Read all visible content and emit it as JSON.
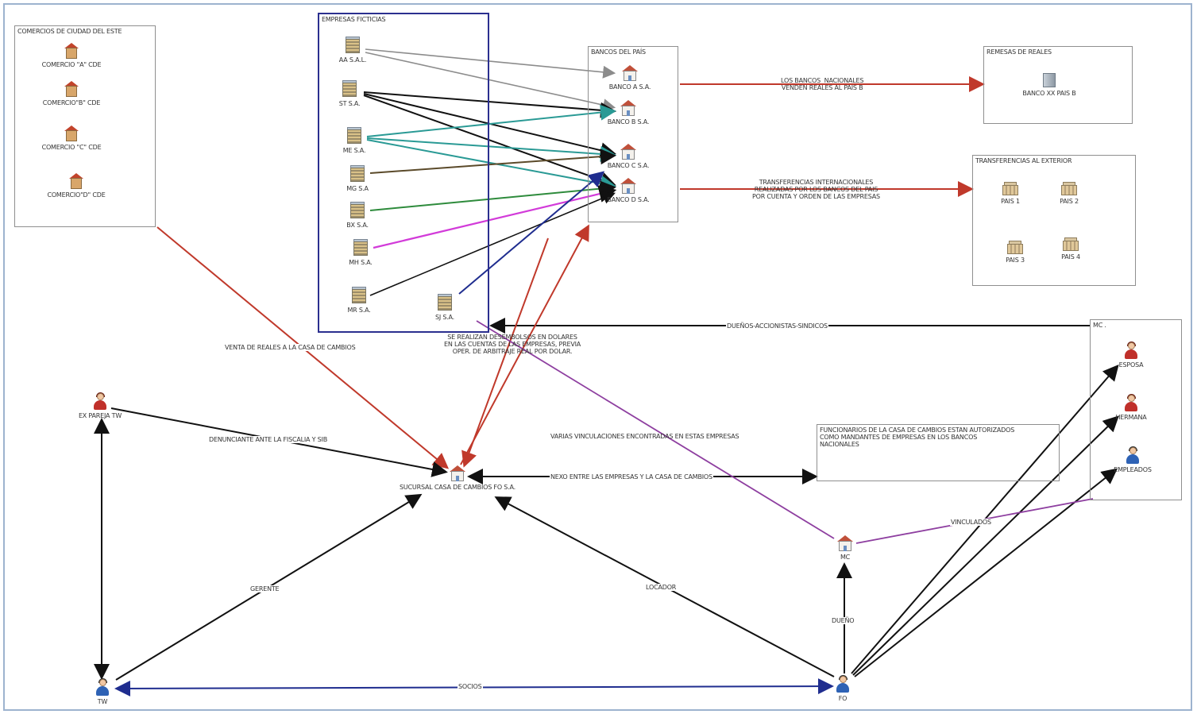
{
  "boxes": {
    "comercios": "COMERCIOS DE CIUDAD DEL ESTE",
    "empresas": "EMPRESAS FICTICIAS",
    "bancos": "BANCOS DEL PAÍS",
    "remesas": "REMESAS DE REALES",
    "transferencias": "TRANSFERENCIAS AL EXTERIOR",
    "mc": "MC .",
    "funcionarios": "FUNCIONARIOS DE LA CASA DE CAMBIOS ESTAN AUTORIZADOS\nCOMO MANDANTES DE EMPRESAS EN LOS BANCOS\nNACIONALES"
  },
  "comercios": [
    "COMERCIO \"A\" CDE",
    "COMERCIO\"B\" CDE",
    "COMERCIO \"C\" CDE",
    "COMERCIO\"D\" CDE"
  ],
  "empresas": [
    "AA S.A.L.",
    "ST S.A.",
    "ME S.A.",
    "MG S.A",
    "BX S.A.",
    "MH S.A.",
    "MR S.A.",
    "SJ S.A."
  ],
  "bancos": [
    "BANCO A S.A.",
    "BANCO B S.A.",
    "BANCO C S.A.",
    "BANCO D S.A."
  ],
  "remesa_node": "BANCO XX PAIS B",
  "paises": [
    "PAIS 1",
    "PAIS 2",
    "PAIS 3",
    "PAIS 4"
  ],
  "mc_members": [
    "ESPOSA",
    "HERMANA",
    "EMPLEADOS"
  ],
  "nodes": {
    "ex_pareja": "EX PAREJA TW",
    "sucursal": "SUCURSAL CASA DE CAMBIOS FO S.A.",
    "mc_node": "MC",
    "tw": "TW",
    "fo": "FO"
  },
  "edge_labels": {
    "bancos_venden": "LOS BANCOS  NACIONALES\nVENDEN REALES AL PAIS B",
    "transferencias": "TRANSFERENCIAS INTERNACIONALES\nREALIZADAS POR LOS BANCOS DEL PAIS\nPOR CUENTA Y ORDEN DE LAS EMPRESAS",
    "duenos": "DUEÑOS-ACCIONISTAS-SINDICOS",
    "desembolsos": "SE REALIZAN DESEMBOLSOS EN DOLARES\nEN LAS CUENTAS DE LAS EMPRESAS, PREVIA\nOPER. DE ARBITRAJE REAL POR DOLAR.",
    "venta_reales": "VENTA DE REALES A LA CASA DE CAMBIOS",
    "denunciante": "DENUNCIANTE ANTE LA FISCALIA Y SIB",
    "vinculaciones": "VARIAS VINCULACIONES ENCONTRADAS EN ESTAS EMPRESAS",
    "nexo": "NEXO ENTRE LAS EMPRESAS Y LA CASA DE CAMBIOS",
    "vinculados": "VINCULADOS",
    "gerente": "GERENTE",
    "locador": "LOCADOR",
    "dueno": "DUEÑO",
    "socios": "SOCIOS"
  },
  "colors": {
    "red": "#c0392b",
    "black": "#111111",
    "gray": "#8c8c8c",
    "teal": "#2a9a95",
    "green": "#2e8b3c",
    "magenta": "#d23bd9",
    "navy": "#1f2d8f",
    "purple": "#8e3fa0",
    "olive": "#5b4a2a"
  }
}
